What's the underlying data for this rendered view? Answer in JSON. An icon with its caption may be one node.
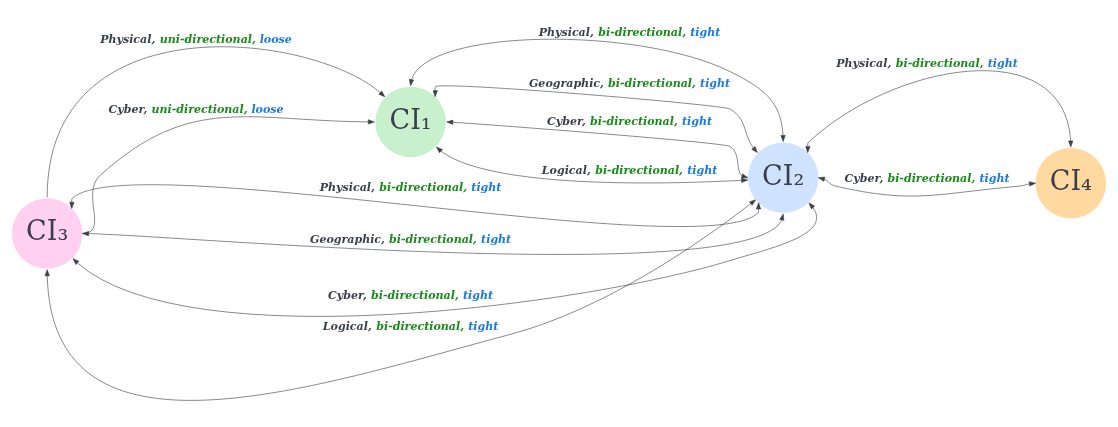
{
  "diagram": {
    "nodes": [
      {
        "text": [
          "CI₁"
        ]
      },
      {
        "text": [
          "CI₂"
        ]
      },
      {
        "text": [
          "CI₃"
        ]
      },
      {
        "text": [
          "CI₄"
        ]
      }
    ],
    "edges": [
      {
        "from": 0,
        "to": 1,
        "arrow": "both",
        "label": "Physical, bi-directional, tight"
      },
      {
        "from": 0,
        "to": 1,
        "arrow": "both",
        "label": "Geographic, bi-directional, tight"
      },
      {
        "from": 0,
        "to": 1,
        "arrow": "both",
        "label": "Cyber, bi-directional, tight"
      },
      {
        "from": 0,
        "to": 1,
        "arrow": "both",
        "label": "Logical, bi-directional, tight"
      },
      {
        "from": 2,
        "to": 0,
        "arrow": "to",
        "label": "Physical, uni-directional, loose"
      },
      {
        "from": 2,
        "to": 0,
        "arrow": "to",
        "label": "Cyber, uni-directional, loose"
      },
      {
        "from": 2,
        "to": 1,
        "arrow": "both",
        "label": "Physical, bi-directional, tight"
      },
      {
        "from": 2,
        "to": 1,
        "arrow": "both",
        "label": "Geographic, bi-directional, tight"
      },
      {
        "from": 2,
        "to": 1,
        "arrow": "both",
        "label": "Cyber, bi-directional, tight"
      },
      {
        "from": 2,
        "to": 1,
        "arrow": "both",
        "label": "Logical, bi-directional, tight"
      },
      {
        "from": 1,
        "to": 3,
        "arrow": "both",
        "label": "Cyber, bi-directional, tight"
      },
      {
        "from": 1,
        "to": 3,
        "arrow": "both",
        "label": "Physical, bi-directional, tight"
      }
    ]
  }
}
